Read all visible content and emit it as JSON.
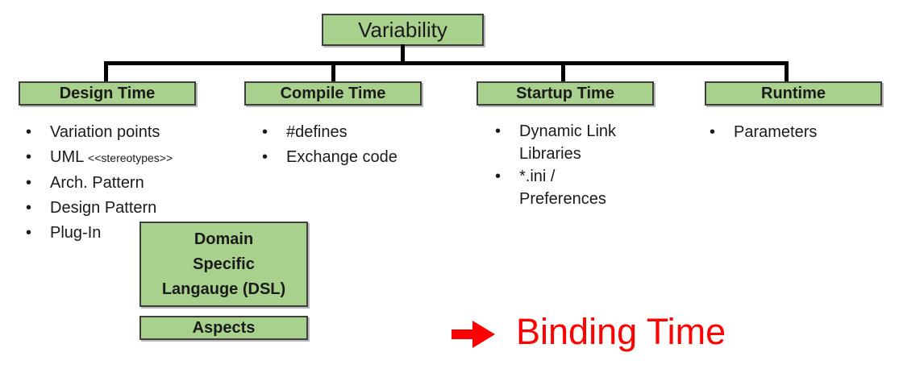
{
  "root": {
    "label": "Variability"
  },
  "branches": [
    {
      "header": "Design Time",
      "items": [
        {
          "text": "Variation points"
        },
        {
          "text": "UML",
          "small": "<<stereotypes>>"
        },
        {
          "text": "Arch. Pattern"
        },
        {
          "text": "Design Pattern"
        },
        {
          "text": "Plug-In"
        }
      ]
    },
    {
      "header": "Compile Time",
      "items": [
        {
          "text": "#defines"
        },
        {
          "text": "Exchange code"
        }
      ]
    },
    {
      "header": "Startup Time",
      "items": [
        {
          "text": "Dynamic Link Libraries"
        },
        {
          "text": "*.ini / Preferences"
        }
      ]
    },
    {
      "header": "Runtime",
      "items": [
        {
          "text": "Parameters"
        }
      ]
    }
  ],
  "bullet_icon": "•",
  "dsl_box": {
    "line1": "Domain",
    "line2": "Specific",
    "line3": "Langauge (DSL)"
  },
  "aspects_box": {
    "label": "Aspects"
  },
  "annotation": {
    "label": "Binding Time",
    "arrow_icon": "heavy-right-arrow"
  },
  "colors": {
    "box_fill": "#a9d18e",
    "box_border": "#3f3f3f",
    "connector": "#000000",
    "accent": "#ff0000",
    "background": "#ffffff"
  }
}
